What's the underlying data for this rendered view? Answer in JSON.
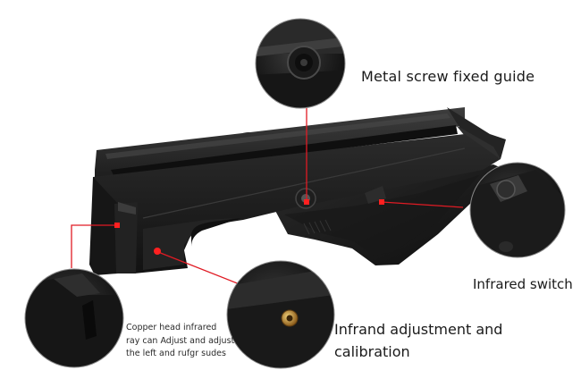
{
  "callouts": {
    "metal_screw": {
      "label": "Metal screw fixed guide"
    },
    "infrared_switch": {
      "label": "Infrared switch"
    },
    "infrared_adjustment": {
      "line1": "Infrand adjustment and",
      "line2": "calibration"
    },
    "copper_head": {
      "line1": "Copper head infrared",
      "line2": "ray can Adjust and adjust",
      "line3": "the left and rufgr sudes"
    }
  },
  "colors": {
    "background": "#ffffff",
    "product": "#1c1c1c",
    "leader_line": "#e01b24",
    "marker": "#ff2020",
    "label_text": "#1a1a1a"
  }
}
